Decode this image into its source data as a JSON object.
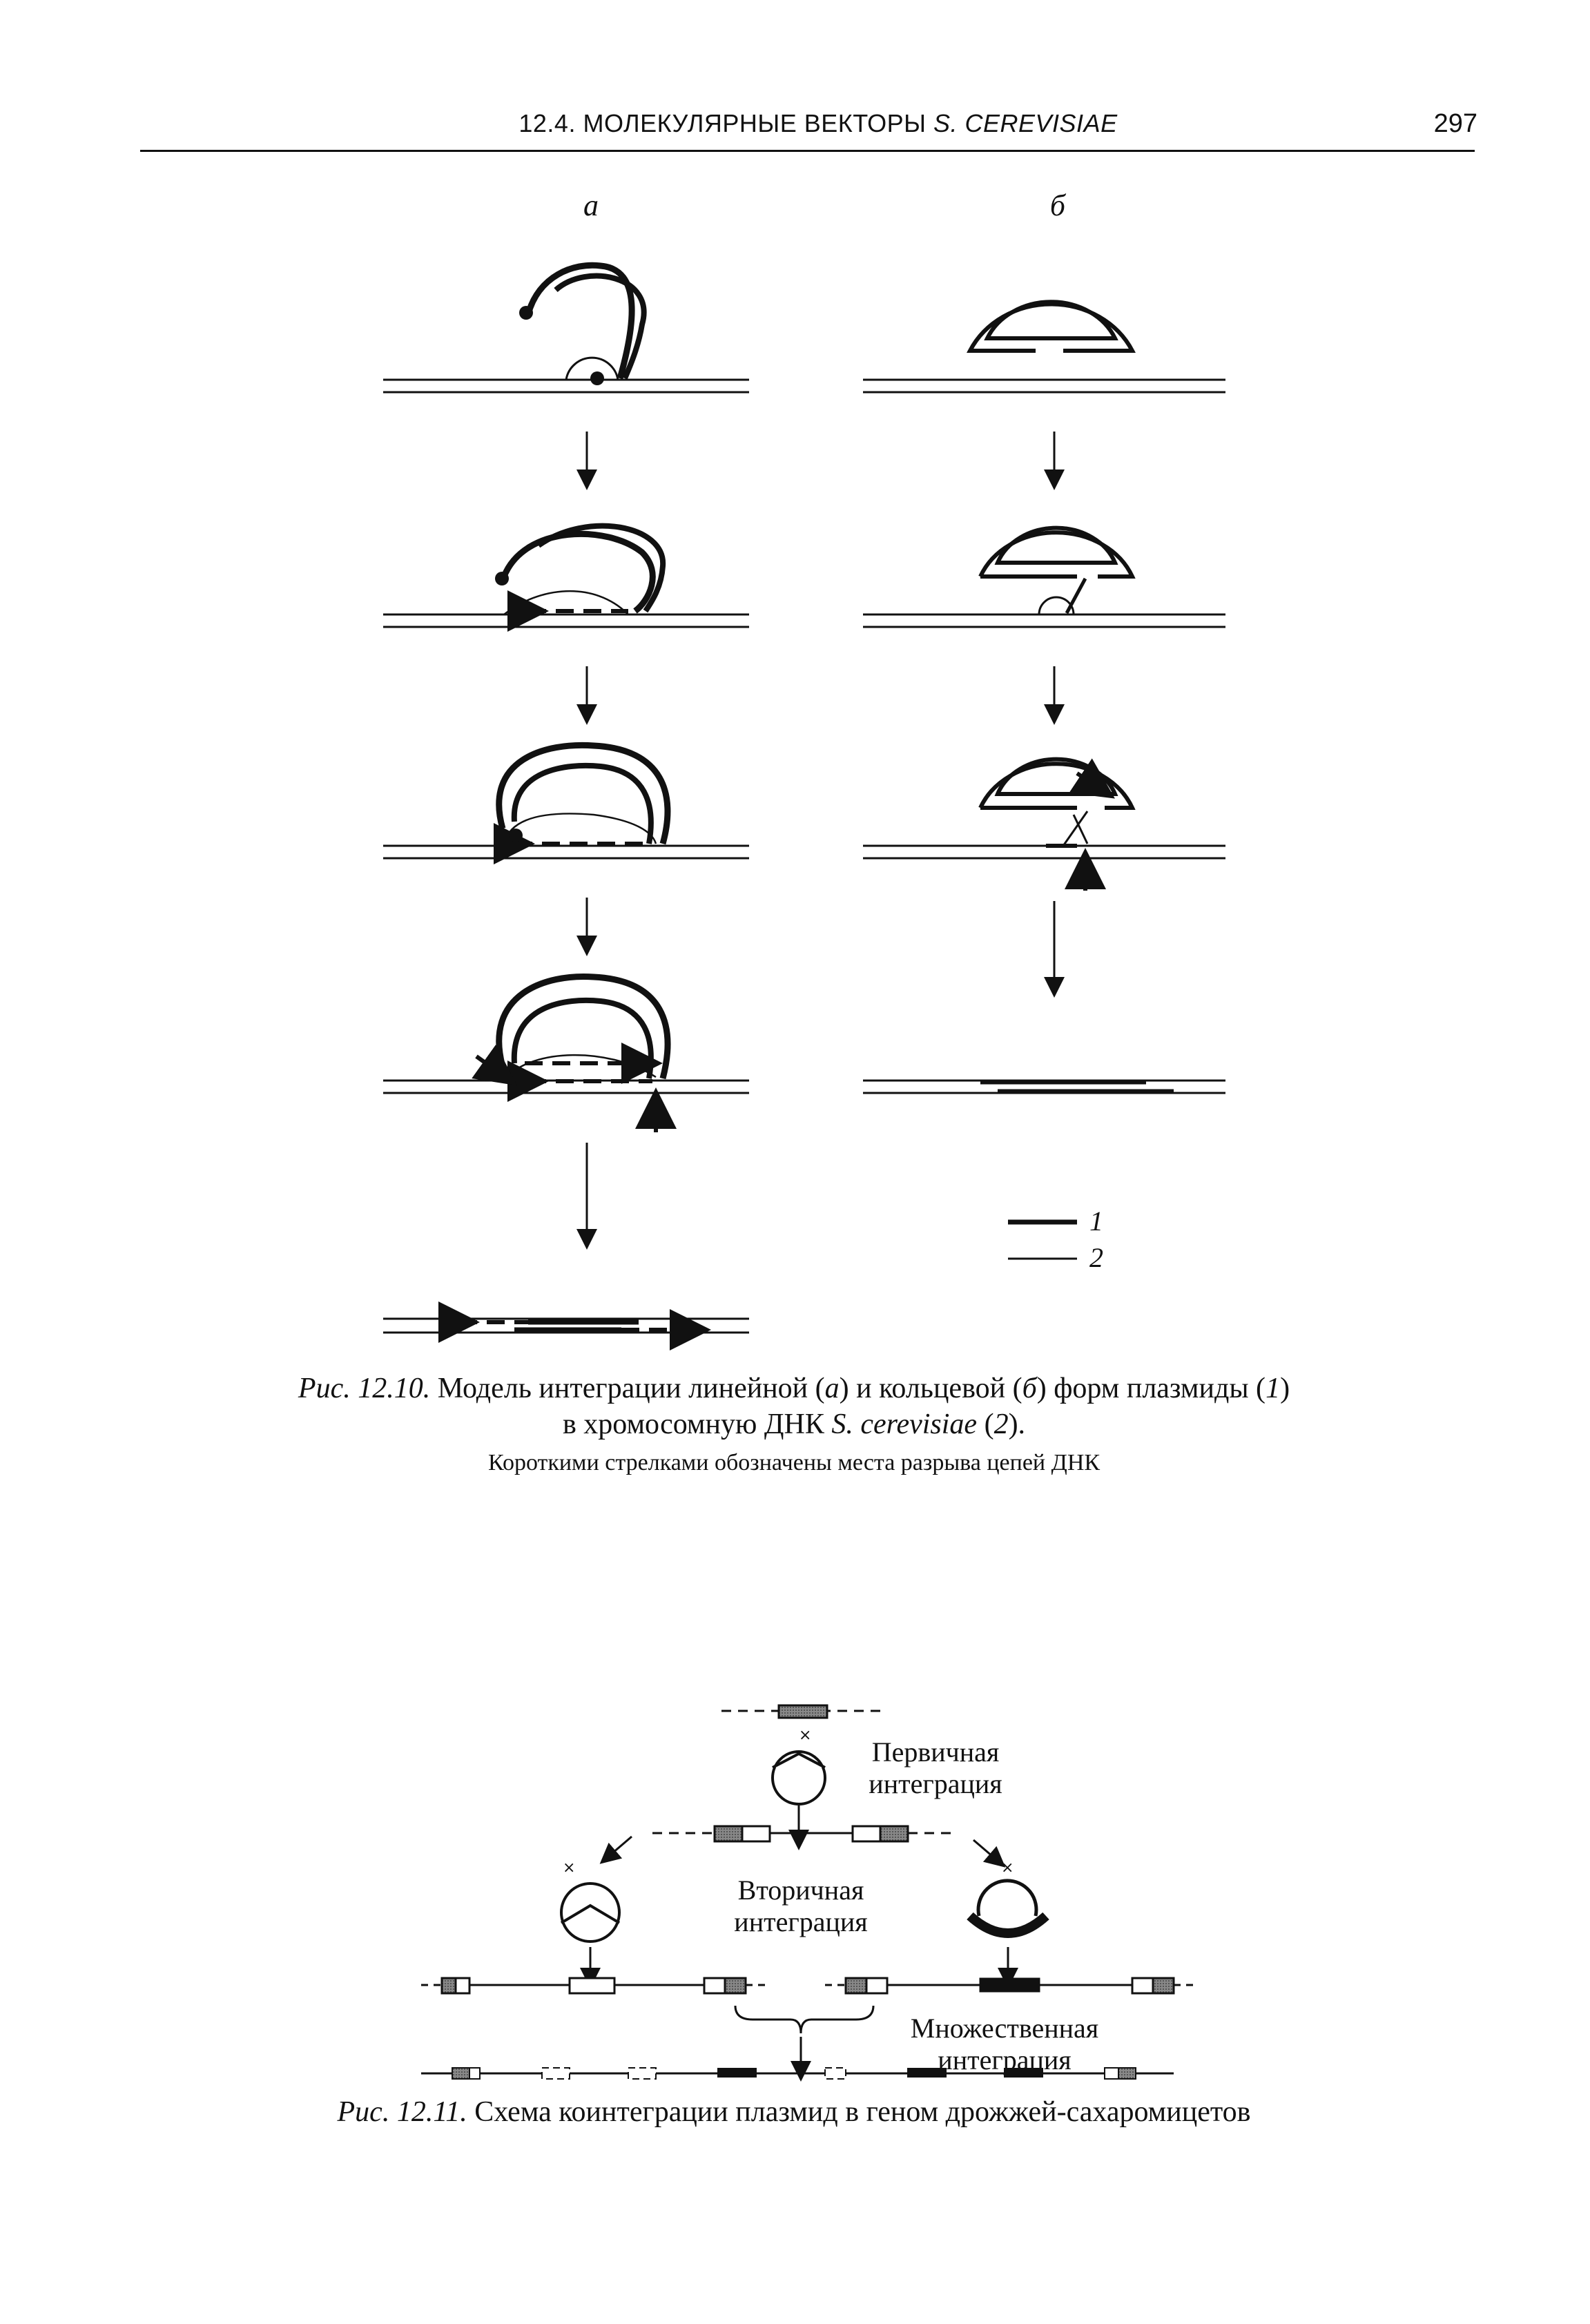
{
  "header": {
    "section": "12.4. МОЛЕКУЛЯРНЫЕ ВЕКТОРЫ ",
    "organism": "S. CEREVISIAE",
    "page_number": "297"
  },
  "figure_12_10": {
    "panel_a": "а",
    "panel_b": "б",
    "legend": [
      "1",
      "2"
    ],
    "caption": {
      "prefix": "Рис. 12.10.",
      "text_1": " Модель интеграции линейной (",
      "a": "а",
      "text_2": ") и кольцевой (",
      "b": "б",
      "text_3": ") форм плазмиды (",
      "n1": "1",
      "text_4": ")",
      "line2_1": "в хромосомную ДНК ",
      "species": "S. cerevisiae",
      "line2_2": " (",
      "n2": "2",
      "line2_3": ")."
    },
    "note": "Короткими стрелками обозначены места разрыва цепей ДНК"
  },
  "figure_12_11": {
    "primary": "Первичная\nинтеграция",
    "secondary": "Вторичная\nинтеграция",
    "multiple": "Множественная\nинтеграция",
    "caption_prefix": "Рис. 12.11.",
    "caption_text": " Схема коинтеграции плазмид в геном дрожжей-сахаромицетов"
  }
}
